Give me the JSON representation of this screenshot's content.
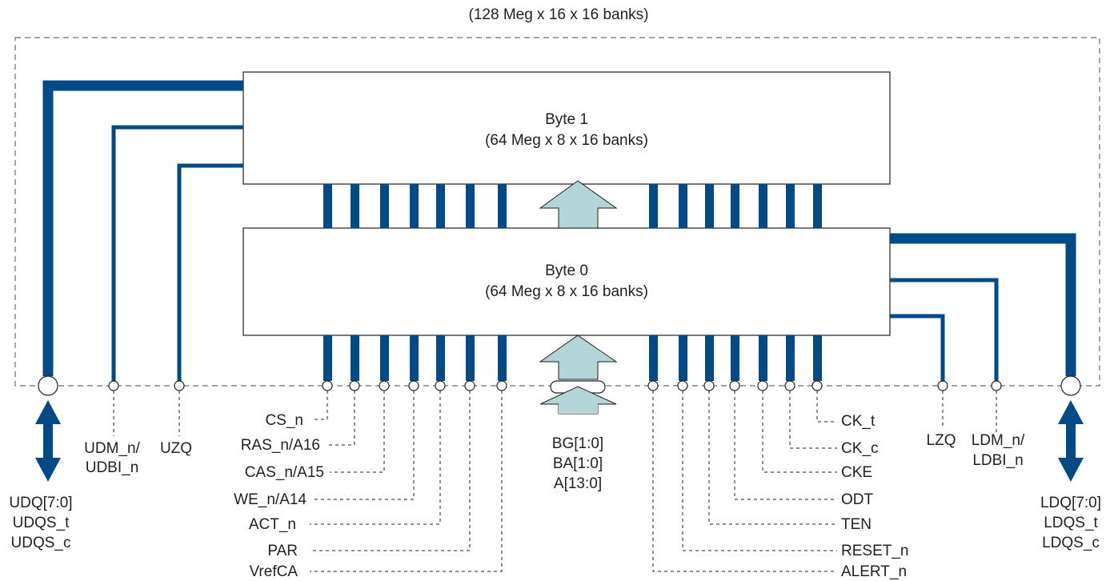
{
  "title": "(128 Meg x 16 x 16 banks)",
  "byte1": {
    "line1": "Byte 1",
    "line2": "(64 Meg x 8 x 16 banks)"
  },
  "byte0": {
    "line1": "Byte 0",
    "line2": "(64 Meg x 8 x 16 banks)"
  },
  "colors": {
    "signal": "#004b87",
    "arrow_fill": "#b3d5d7",
    "dash": "#6d6e71",
    "text": "#231f20"
  },
  "upper_data_port": {
    "lines": [
      "UDQ[7:0]",
      "UDQS_t",
      "UDQS_c"
    ]
  },
  "lower_data_port": {
    "lines": [
      "LDQ[7:0]",
      "LDQS_t",
      "LDQS_c"
    ]
  },
  "udm": {
    "line1": "UDM_n/",
    "line2": "UDBI_n"
  },
  "ldm": {
    "line1": "LDM_n/",
    "line2": "LDBI_n"
  },
  "uzq": "UZQ",
  "lzq": "LZQ",
  "left_pins": [
    "CS_n",
    "RAS_n/A16",
    "CAS_n/A15",
    "WE_n/A14",
    "ACT_n",
    "PAR",
    "VrefCA"
  ],
  "right_pins": [
    "CK_t",
    "CK_c",
    "CKE",
    "ODT",
    "TEN",
    "RESET_n",
    "ALERT_n"
  ],
  "address_bus": {
    "lines": [
      "BG[1:0]",
      "BA[1:0]",
      "A[13:0]"
    ]
  }
}
